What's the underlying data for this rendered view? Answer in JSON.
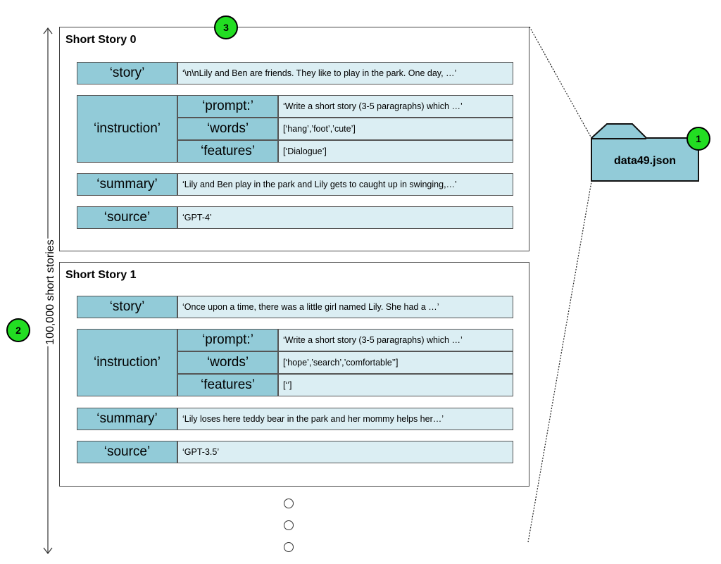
{
  "file": {
    "name": "data49.json",
    "badge": "1"
  },
  "count_label": "100,000 short stories",
  "count_badge": "2",
  "story_badge": "3",
  "stories": [
    {
      "title": "Short Story 0",
      "story_key": "‘story’",
      "story_val": "‘\\n\\nLily and Ben are friends. They like to play in the park.  One day, …’",
      "instruction_key": "‘instruction’",
      "prompt_key": "‘prompt:’",
      "prompt_val": "‘Write a short story (3-5 paragraphs) which …’",
      "words_key": "‘words’",
      "words_val": "[‘hang’,’foot’,’cute’]",
      "features_key": "‘features’",
      "features_val": "[‘Dialogue’]",
      "summary_key": "‘summary’",
      "summary_val": "‘Lily and Ben play in the park and Lily gets to caught up in swinging,…’",
      "source_key": "‘source’",
      "source_val": "‘GPT-4’"
    },
    {
      "title": "Short Story 1",
      "story_key": "‘story’",
      "story_val": "‘Once upon a time, there was a little girl named Lily.  She had a …’",
      "instruction_key": "‘instruction’",
      "prompt_key": "‘prompt:’",
      "prompt_val": "‘Write a short story (3-5 paragraphs) which …’",
      "words_key": "‘words’",
      "words_val": "[‘hope’,’search’,’comfortable’’]",
      "features_key": "‘features’",
      "features_val": "[‘’]",
      "summary_key": "‘summary’",
      "summary_val": "‘Lily loses here teddy bear in the park and her mommy helps her…’",
      "source_key": "‘source’",
      "source_val": "‘GPT-3.5’"
    }
  ],
  "colors": {
    "key_fill": "#92cbd8",
    "value_fill": "#dbeef3",
    "badge_fill": "#22dd22",
    "folder_fill": "#92cbd8"
  }
}
